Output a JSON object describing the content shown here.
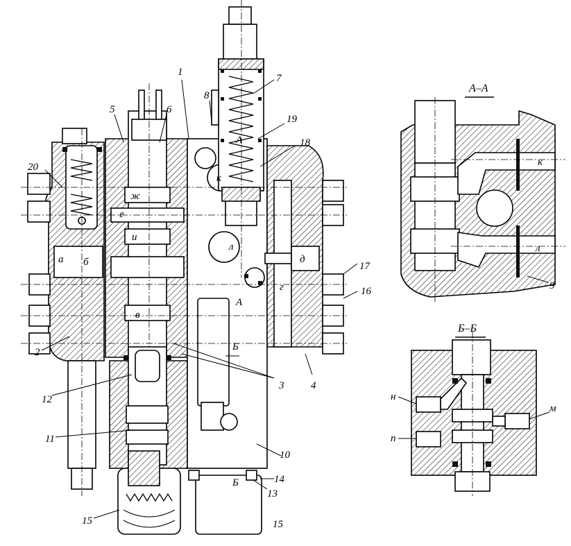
{
  "main_view": {
    "callouts": [
      {
        "id": "c1",
        "text": "1"
      },
      {
        "id": "c2",
        "text": "2"
      },
      {
        "id": "c3",
        "text": "3"
      },
      {
        "id": "c4",
        "text": "4"
      },
      {
        "id": "c5",
        "text": "5"
      },
      {
        "id": "c6",
        "text": "6"
      },
      {
        "id": "c7",
        "text": "7"
      },
      {
        "id": "c8",
        "text": "8"
      },
      {
        "id": "c10",
        "text": "10"
      },
      {
        "id": "c11",
        "text": "11"
      },
      {
        "id": "c12",
        "text": "12"
      },
      {
        "id": "c13",
        "text": "13"
      },
      {
        "id": "c14",
        "text": "14"
      },
      {
        "id": "c15a",
        "text": "15"
      },
      {
        "id": "c15b",
        "text": "15"
      },
      {
        "id": "c16",
        "text": "16"
      },
      {
        "id": "c17",
        "text": "17"
      },
      {
        "id": "c18",
        "text": "18"
      },
      {
        "id": "c19",
        "text": "19"
      },
      {
        "id": "c20",
        "text": "20"
      }
    ],
    "cavity_letters": {
      "a": "а",
      "b": "б",
      "v": "в",
      "g": "г",
      "d": "д",
      "e": "е",
      "zh": "ж",
      "i": "и",
      "k": "к",
      "l": "л",
      "A_upper": "А",
      "A_lower": "А",
      "B_upper": "Б",
      "B_lower": "Б"
    }
  },
  "section_AA": {
    "title": "А–А",
    "letters": {
      "k": "к",
      "l": "л"
    },
    "callout": "9"
  },
  "section_BB": {
    "title": "Б–Б",
    "letters": {
      "n_upper": "н",
      "p": "п",
      "m": "м"
    }
  }
}
